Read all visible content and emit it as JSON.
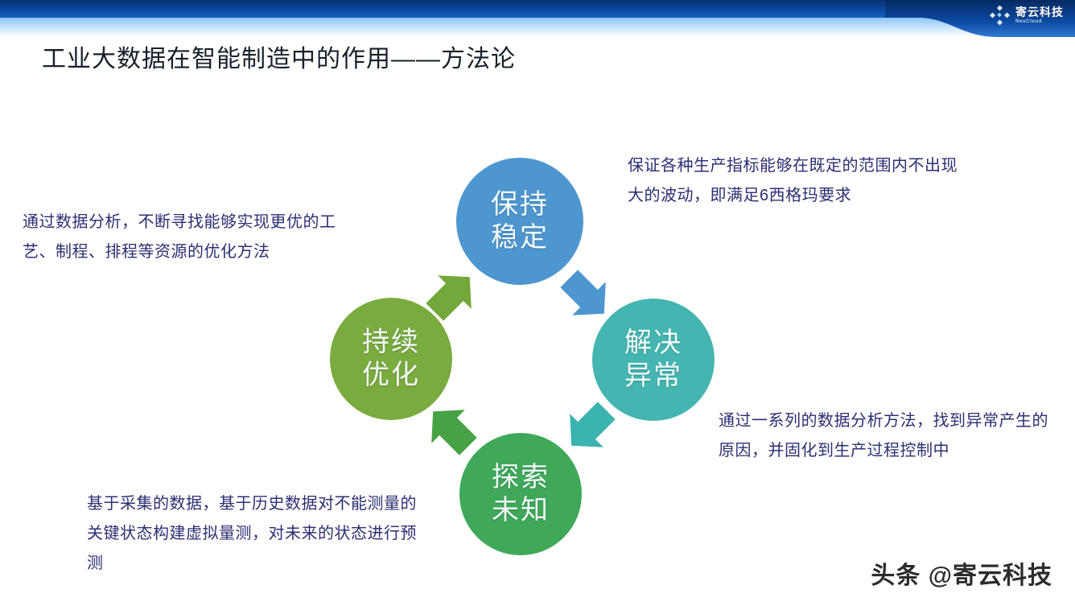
{
  "header": {
    "logo_icon": "diamond-cluster-logo-icon",
    "logo_cn": "寄云科技",
    "logo_en": "NeuCloud",
    "band_dark_color": "#0a3f93",
    "band_light_color": "#bcdcfb"
  },
  "title": "工业大数据在智能制造中的作用——方法论",
  "diagram": {
    "type": "cycle",
    "nodes": [
      {
        "id": "stable",
        "line1": "保持",
        "line2": "稳定",
        "color": "#4e96cf",
        "position": "top"
      },
      {
        "id": "resolve",
        "line1": "解决",
        "line2": "异常",
        "color": "#44b5b0",
        "position": "right"
      },
      {
        "id": "explore",
        "line1": "探索",
        "line2": "未知",
        "color": "#3fa959",
        "position": "bottom"
      },
      {
        "id": "optimize",
        "line1": "持续",
        "line2": "优化",
        "color": "#7aab3e",
        "position": "left"
      }
    ],
    "arrows": [
      {
        "id": "stable-to-resolve",
        "color": "#4e96cf",
        "direction": "down-right"
      },
      {
        "id": "resolve-to-explore",
        "color": "#3bb3ae",
        "direction": "down-left"
      },
      {
        "id": "explore-to-optimize",
        "color": "#47a145",
        "direction": "up-left"
      },
      {
        "id": "optimize-to-stable",
        "color": "#74a83c",
        "direction": "up-right"
      }
    ],
    "callouts": [
      {
        "id": "optimize",
        "text": "通过数据分析，不断寻找能够实现更优的工艺、制程、排程等资源的优化方法"
      },
      {
        "id": "stable",
        "text": "保证各种生产指标能够在既定的范围内不出现大的波动，即满足6西格玛要求"
      },
      {
        "id": "resolve",
        "text": "通过一系列的数据分析方法，找到异常产生的原因，并固化到生产过程控制中"
      },
      {
        "id": "explore",
        "text": "基于采集的数据，基于历史数据对不能测量的关键状态构建虚拟量测，对未来的状态进行预测"
      }
    ],
    "callout_text_color": "#2c2f72"
  },
  "watermark": "头条 @寄云科技"
}
